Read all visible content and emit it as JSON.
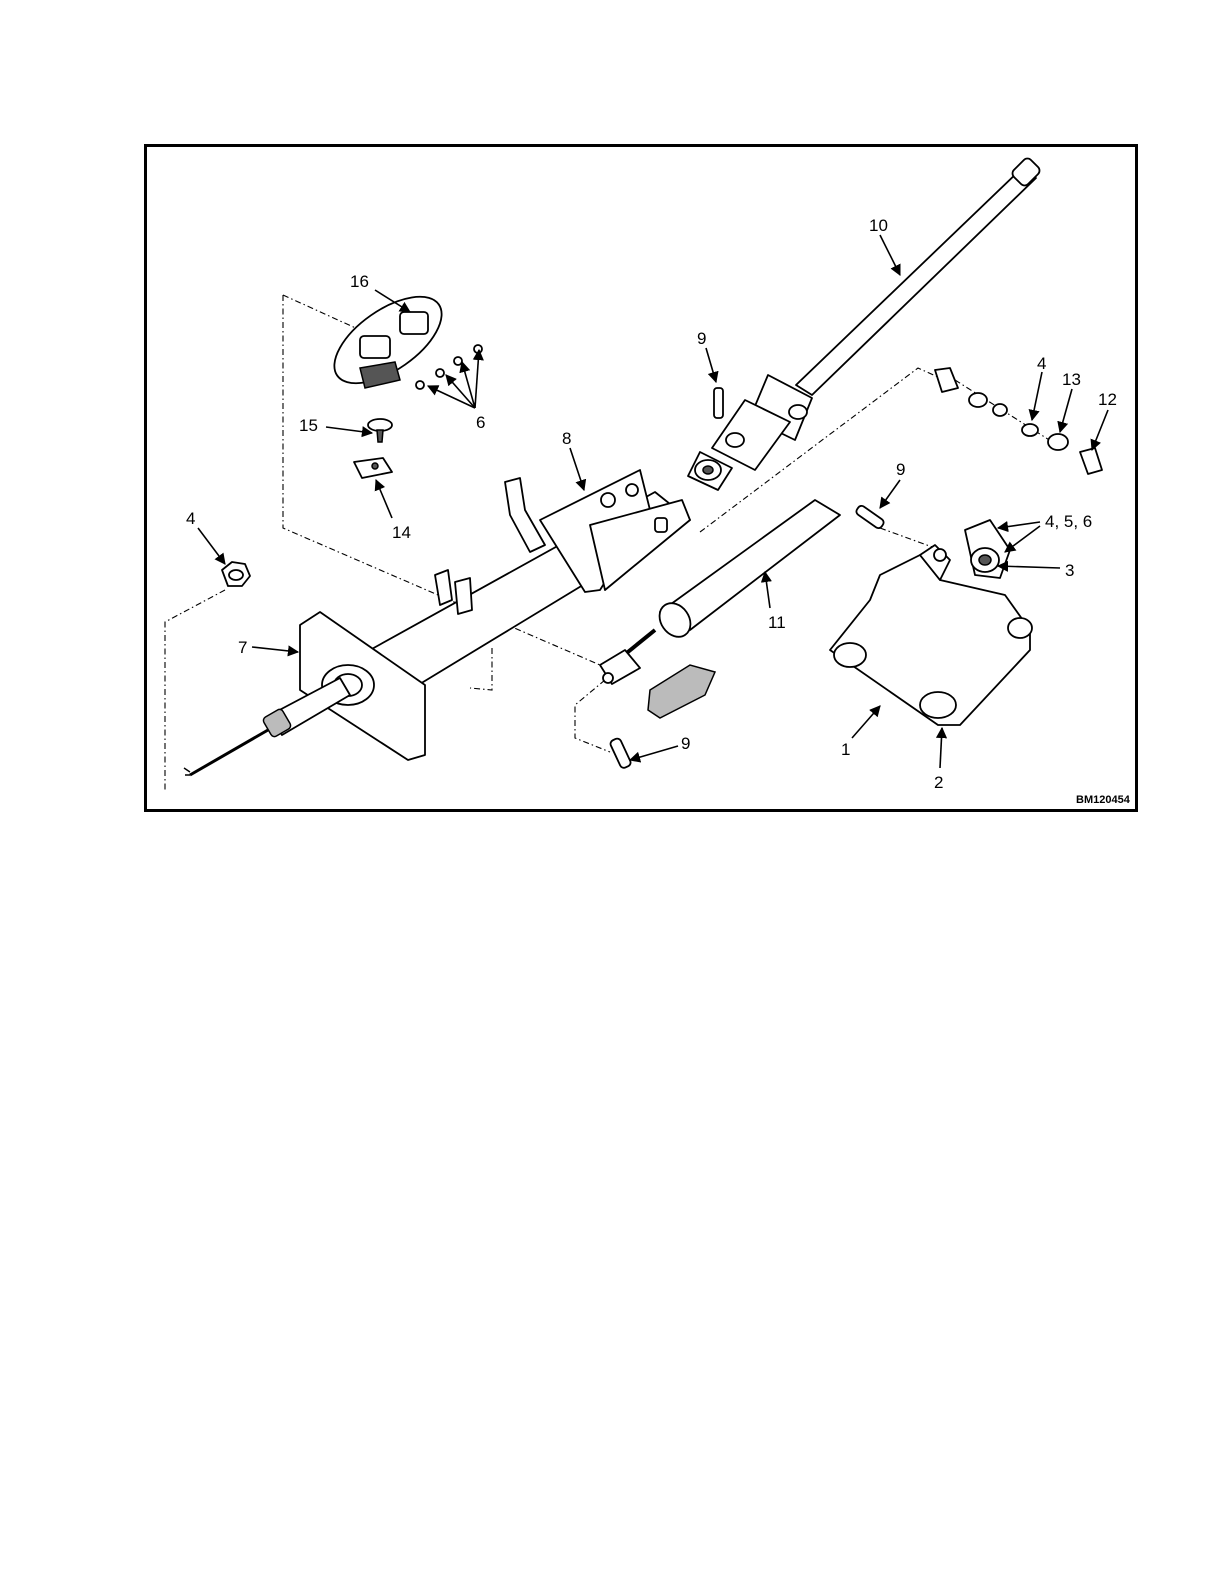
{
  "figure": {
    "figure_id": "BM120454",
    "callouts": [
      {
        "id": "c16",
        "label": "16"
      },
      {
        "id": "c10",
        "label": "10"
      },
      {
        "id": "c9a",
        "label": "9"
      },
      {
        "id": "c4a",
        "label": "4"
      },
      {
        "id": "c13",
        "label": "13"
      },
      {
        "id": "c12",
        "label": "12"
      },
      {
        "id": "c6",
        "label": "6"
      },
      {
        "id": "c15",
        "label": "15"
      },
      {
        "id": "c8",
        "label": "8"
      },
      {
        "id": "c14",
        "label": "14"
      },
      {
        "id": "c9b",
        "label": "9"
      },
      {
        "id": "c456",
        "label": "4, 5, 6"
      },
      {
        "id": "c3",
        "label": "3"
      },
      {
        "id": "c4b",
        "label": "4"
      },
      {
        "id": "c11",
        "label": "11"
      },
      {
        "id": "c7",
        "label": "7"
      },
      {
        "id": "c9c",
        "label": "9"
      },
      {
        "id": "c1",
        "label": "1"
      },
      {
        "id": "c2",
        "label": "2"
      }
    ]
  }
}
